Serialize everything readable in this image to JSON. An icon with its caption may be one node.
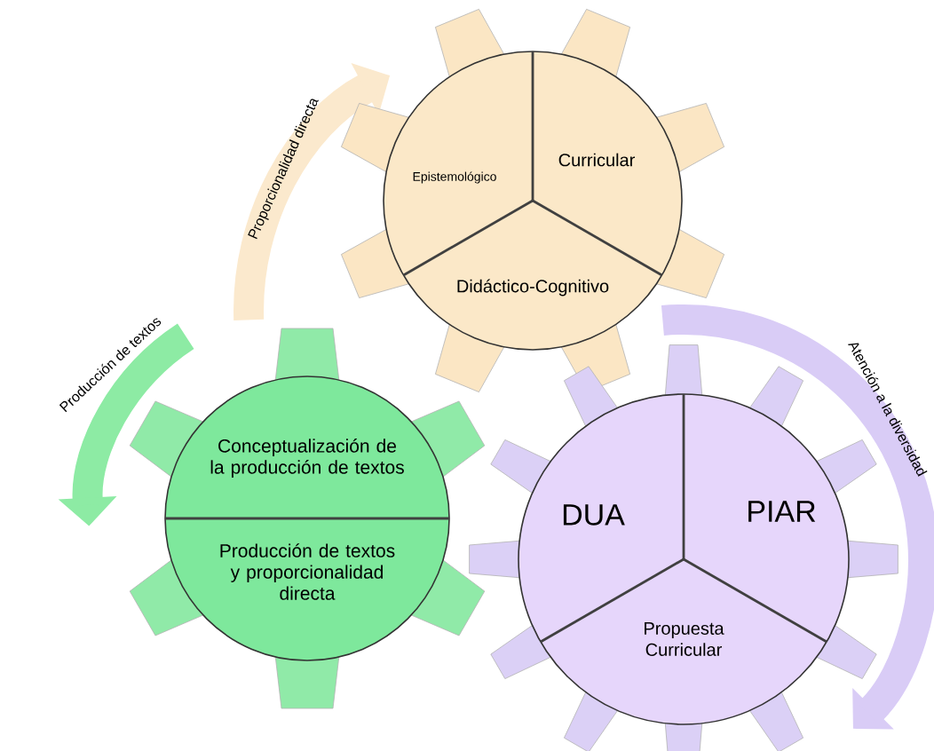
{
  "diagram": {
    "nodes": [
      {
        "text": [],
        "shape": "gear"
      },
      {
        "text": [
          "Epistemológico"
        ],
        "in": 0
      },
      {
        "text": [
          "Curricular"
        ],
        "in": 0
      },
      {
        "text": [
          "Didáctico-Cognitivo"
        ],
        "in": 0
      },
      {
        "text": [],
        "shape": "gear"
      },
      {
        "text": [
          "Conceptualización de la producción de textos"
        ],
        "in": 4
      },
      {
        "text": [
          "Producción de textos y proporcionalidad directa"
        ],
        "in": 4
      },
      {
        "text": [],
        "shape": "gear"
      },
      {
        "text": [
          "DUA"
        ],
        "in": 7
      },
      {
        "text": [
          "PIAR"
        ],
        "in": 7
      },
      {
        "text": [
          "Propuesta Curricular"
        ],
        "in": 7
      }
    ],
    "edges": [],
    "labels": [
      "Proporcionalidad directa",
      "Producción de textos",
      "Atención a la diversidad"
    ]
  }
}
